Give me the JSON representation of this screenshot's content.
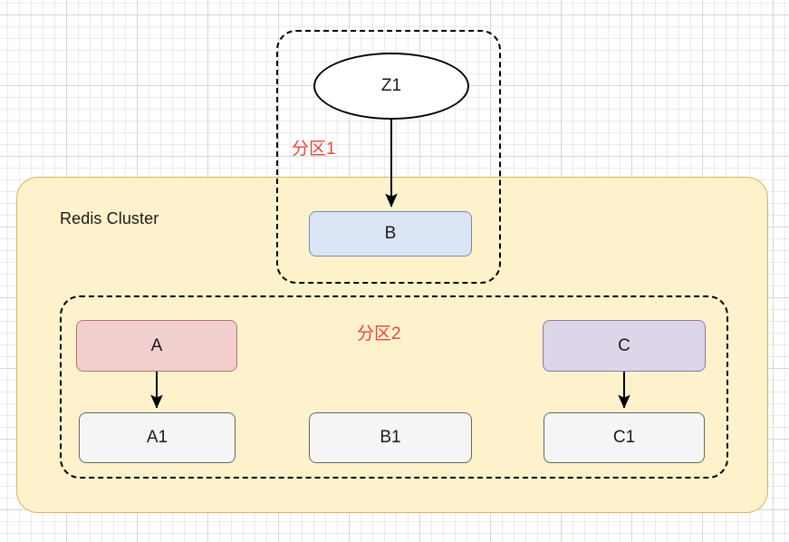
{
  "diagram": {
    "title_visible": false,
    "colors": {
      "cluster_fill": "#fdf2cc",
      "cluster_border": "#d6b656",
      "partition_border": "#000000",
      "partition_label": "#e8453c",
      "node_blue_fill": "#dce5f5",
      "node_blue_border": "#7c89ae",
      "node_red_fill": "#f2d0d0",
      "node_red_border": "#b5736e",
      "node_purple_fill": "#ddd6e8",
      "node_purple_border": "#9673a6",
      "node_gray_fill": "#f5f5f5",
      "node_gray_border": "#666666",
      "ellipse_fill": "#ffffff",
      "ellipse_border": "#000000",
      "edge": "#000000"
    },
    "cluster": {
      "label": "Redis Cluster"
    },
    "partitions": [
      {
        "id": "partition-1",
        "label": "分区1"
      },
      {
        "id": "partition-2",
        "label": "分区2"
      }
    ],
    "nodes": [
      {
        "id": "z1",
        "label": "Z1",
        "shape": "ellipse",
        "style": "white"
      },
      {
        "id": "b",
        "label": "B",
        "shape": "rounded-rect",
        "style": "blue"
      },
      {
        "id": "a",
        "label": "A",
        "shape": "rounded-rect",
        "style": "red"
      },
      {
        "id": "c",
        "label": "C",
        "shape": "rounded-rect",
        "style": "purple"
      },
      {
        "id": "a1",
        "label": "A1",
        "shape": "rounded-rect",
        "style": "gray"
      },
      {
        "id": "b1",
        "label": "B1",
        "shape": "rounded-rect",
        "style": "gray"
      },
      {
        "id": "c1",
        "label": "C1",
        "shape": "rounded-rect",
        "style": "gray"
      }
    ],
    "edges": [
      {
        "id": "edge-z1-b",
        "from": "z1",
        "to": "b",
        "arrow": "single"
      },
      {
        "id": "edge-a-a1",
        "from": "a",
        "to": "a1",
        "arrow": "single"
      },
      {
        "id": "edge-c-c1",
        "from": "c",
        "to": "c1",
        "arrow": "single"
      }
    ]
  }
}
